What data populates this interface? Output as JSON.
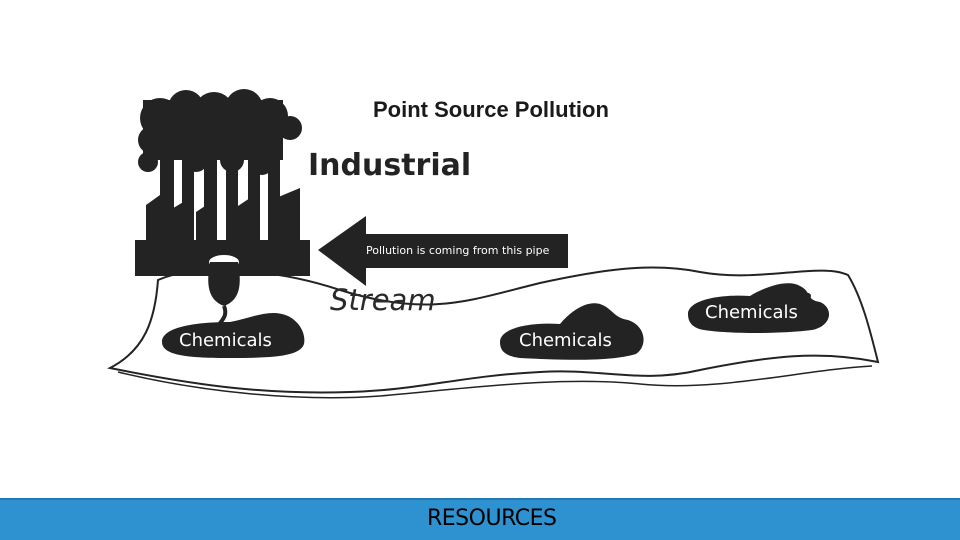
{
  "slide": {
    "title": "Point Source Pollution",
    "diagram": {
      "source_label": "Industrial",
      "arrow_label": "Pollution is coming from this pipe",
      "water_label": "Stream",
      "pollutant_labels": [
        "Chemicals",
        "Chemicals",
        "Chemicals"
      ]
    },
    "footer": {
      "label": "RESOURCES"
    }
  },
  "colors": {
    "ink": "#232323",
    "footer_bar": "#2f92d0",
    "footer_border": "#1f7ab5",
    "background": "#ffffff"
  },
  "icons": [
    "factory-icon",
    "smoke-cloud-icon",
    "drain-pipe-icon",
    "left-arrow-icon",
    "chemical-blob-icon"
  ]
}
